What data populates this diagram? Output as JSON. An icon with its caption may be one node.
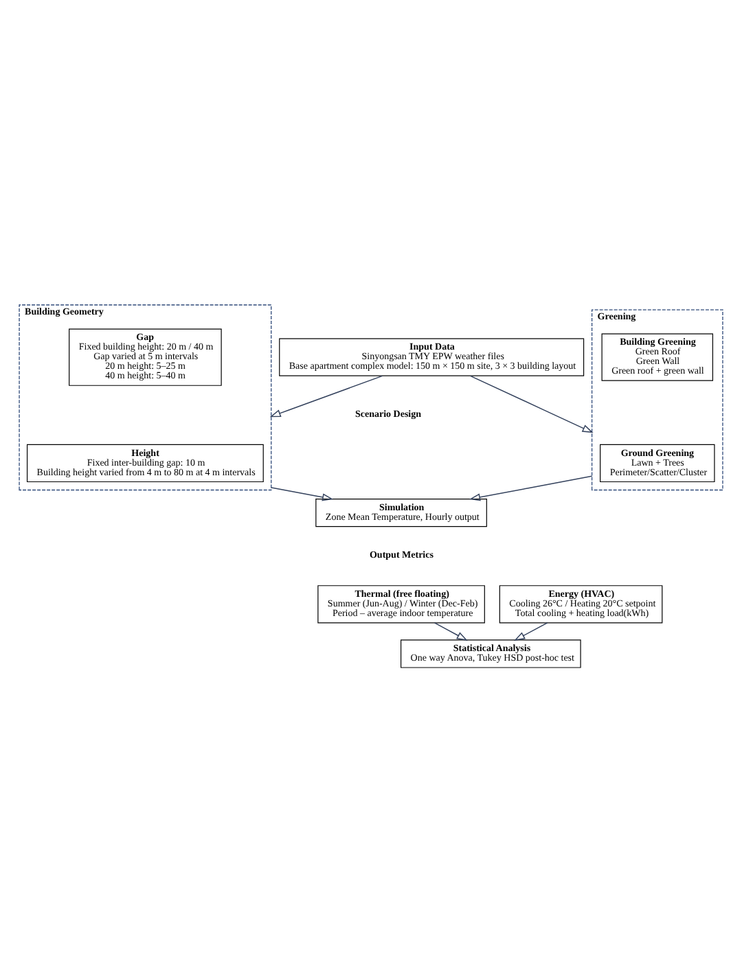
{
  "diagram": {
    "nodes": [
      {
        "text": [
          "Input Data",
          "Sinyongsan TMY EPW weather files",
          "Base apartment complex model: 150 m × 150 m site, 3 × 3 building layout"
        ]
      },
      {
        "text": [
          "Building Geometry"
        ]
      },
      {
        "text": [
          "Height",
          "Fixed inter-building gap: 10 m",
          "Building height varied from 4 m to 80 m at 4 m intervals"
        ],
        "in": 1
      },
      {
        "text": [
          "Gap",
          "Fixed building height: 20 m / 40 m",
          "Gap varied at 5 m intervals",
          "20 m height: 5–25 m",
          "40 m height: 5–40 m"
        ],
        "in": 1
      },
      {
        "text": [
          "Greening"
        ]
      },
      {
        "text": [
          "Ground Greening",
          "Lawn + Trees",
          "Perimeter/Scatter/Cluster"
        ],
        "in": 4
      },
      {
        "text": [
          "Building Greening",
          "Green Roof",
          "Green Wall",
          "Green roof + green wall"
        ],
        "in": 4
      },
      {
        "text": [
          "Simulation",
          "Zone Mean Temperature, Hourly output"
        ]
      },
      {
        "text": [
          "Thermal (free floating)",
          "Summer (Jun-Aug) / Winter (Dec-Feb)",
          "Period – average indoor temperature"
        ]
      },
      {
        "text": [
          "Energy (HVAC)",
          "Cooling 26°C / Heating 20°C setpoint",
          "Total cooling + heating load(kWh)"
        ]
      },
      {
        "text": [
          "Statistical Analysis",
          "One way Anova, Tukey HSD post-hoc test"
        ]
      }
    ],
    "edges": [
      {
        "from": 0,
        "to": 1,
        "arrow": "to"
      },
      {
        "from": 0,
        "to": 4,
        "arrow": "to"
      },
      {
        "from": 1,
        "to": 7,
        "arrow": "to"
      },
      {
        "from": 4,
        "to": 7,
        "arrow": "to"
      },
      {
        "from": 8,
        "to": 10,
        "arrow": "to"
      },
      {
        "from": 9,
        "to": 10,
        "arrow": "to"
      }
    ],
    "labels": [
      "Scenario Design",
      "Output Metrics"
    ]
  }
}
